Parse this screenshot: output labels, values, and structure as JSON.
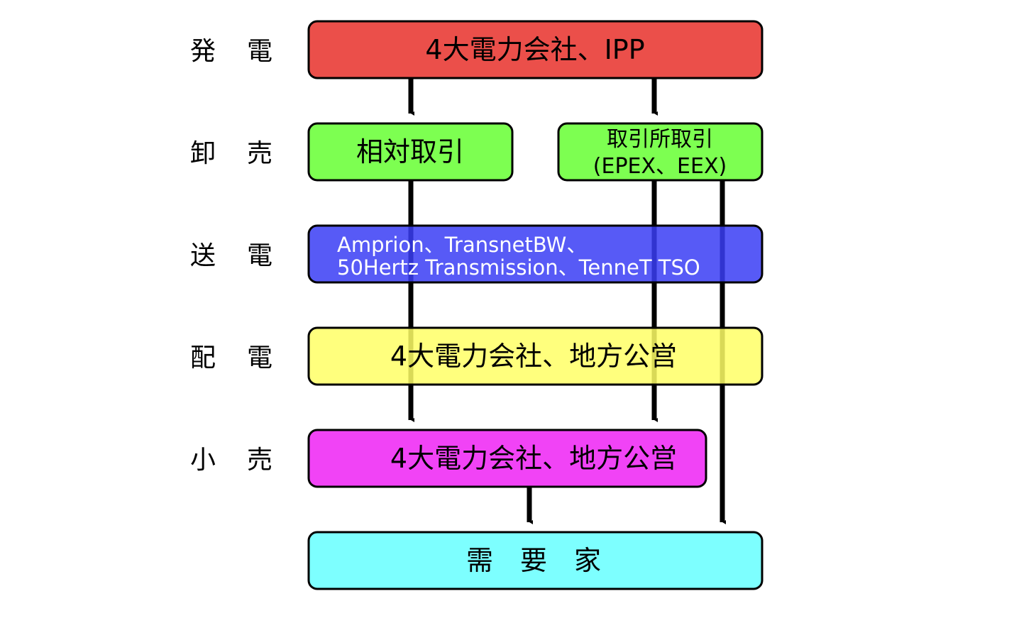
{
  "rows": {
    "generation": [
      "発",
      "電"
    ],
    "wholesale": [
      "卸",
      "売"
    ],
    "transmission": [
      "送",
      "電"
    ],
    "distribution": [
      "配",
      "電"
    ],
    "retail": [
      "小",
      "売"
    ]
  },
  "boxes": {
    "generation": "4大電力会社、IPP",
    "bilateral": "相対取引",
    "exchange_line1": "取引所取引",
    "exchange_line2": "(EPEX、EEX)",
    "transmission_line1": "Amprion、TransnetBW、",
    "transmission_line2": "50Hertz Transmission、TenneT TSO",
    "distribution": "4大電力会社、地方公営",
    "retail": "4大電力会社、地方公営",
    "consumer": "需　要　家"
  },
  "colors": {
    "generation": "#E8302A",
    "wholesale": "#66FF33",
    "transmission": "#3A3DF5",
    "distribution": "#FFFF66",
    "retail": "#EE22F5",
    "consumer": "#66FFFF"
  }
}
